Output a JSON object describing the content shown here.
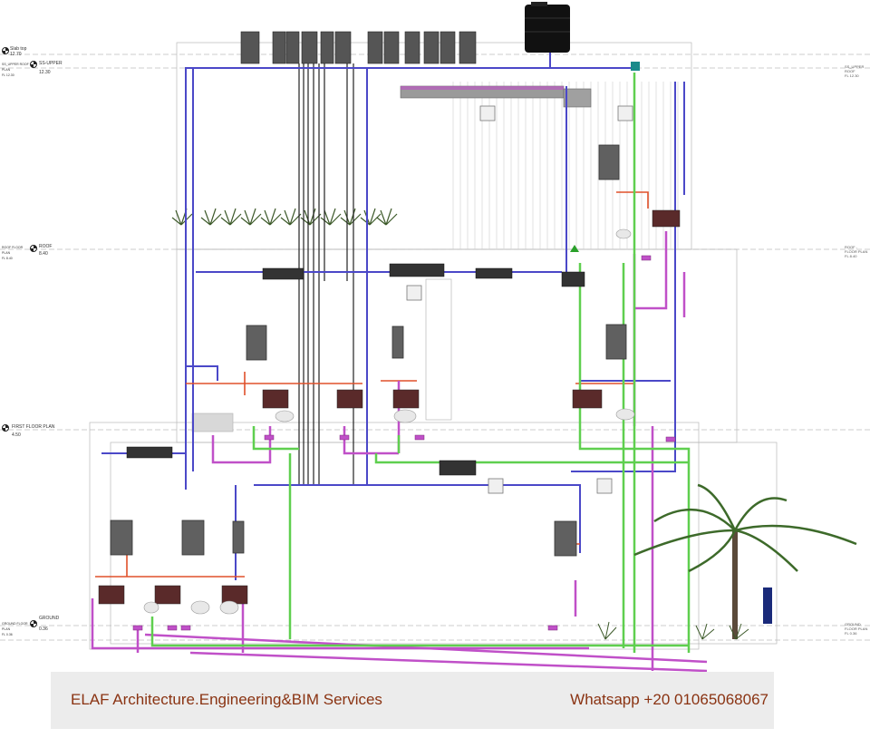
{
  "levels": [
    {
      "name": "Slab top",
      "elevation": "12.70",
      "sub": "",
      "right": "",
      "key": "slab"
    },
    {
      "name": "SS-UPPER",
      "elevation": "12.30",
      "sub": "SS_UPPER ROOF PLAN\nFL 12.30",
      "right": "SS_UPPER ROOF\nFL 12.30",
      "key": "upper"
    },
    {
      "name": "ROOF",
      "elevation": "8.40",
      "sub": "ROOF FLOOR PLAN\nFL 8.40",
      "right": "ROOF - FLOOR PLAN\nFL 8.40",
      "key": "roof"
    },
    {
      "name": "FIRST FLOOR PLAN",
      "elevation": "4.50",
      "sub": "",
      "right": "",
      "key": "first"
    },
    {
      "name": "GROUND",
      "elevation": "0.36",
      "sub": "GROUND FLOOR PLAN\nFL 0.36",
      "right": "GROUND FLOOR PLAN\nFL 0.36",
      "key": "ground"
    }
  ],
  "banner": {
    "company": "ELAF Architecture.Engineering&BIM Services",
    "contact": "Whatsapp +20 01065068067"
  },
  "colors": {
    "cold_water": "#4b48c8",
    "hot_water": "#e0502a",
    "drainage": "#c050c8",
    "vent": "#5fcf4f",
    "duct": "#8a8a8a",
    "banner_text": "#8a3312",
    "banner_bg": "#ececec"
  },
  "icons": {
    "water_tank": "water-tank-icon",
    "heater": "water-heater-icon",
    "plant": "plant-icon",
    "palm": "palm-tree-icon",
    "ac_unit": "outdoor-ac-unit-icon"
  }
}
